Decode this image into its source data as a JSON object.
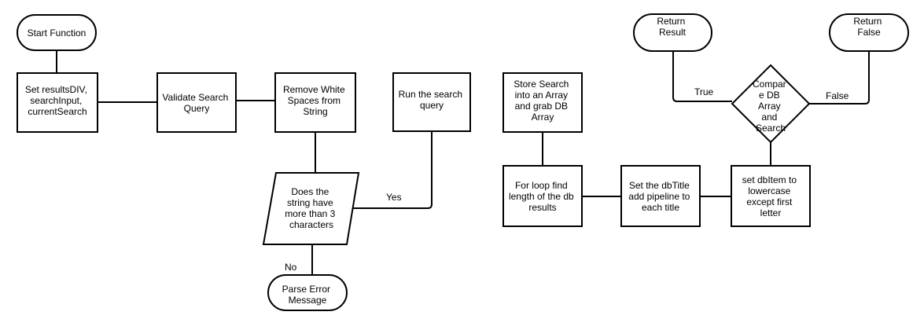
{
  "nodes": {
    "start": {
      "kind": "terminal",
      "lines": [
        "Start Function"
      ]
    },
    "set_vars": {
      "kind": "process",
      "lines": [
        "Set resultsDIV,",
        "searchInput,",
        "currentSearch"
      ]
    },
    "validate": {
      "kind": "process",
      "lines": [
        "Validate Search",
        "Query"
      ]
    },
    "remove_ws": {
      "kind": "process",
      "lines": [
        "Remove White",
        "Spaces from",
        "String"
      ]
    },
    "check_len": {
      "kind": "input-output",
      "lines": [
        "Does the",
        "string have",
        "more than 3",
        "characters"
      ]
    },
    "parse_error": {
      "kind": "terminal",
      "lines": [
        "Parse Error",
        "Message"
      ]
    },
    "run_query": {
      "kind": "process",
      "lines": [
        "Run the search",
        "query"
      ]
    },
    "store_search": {
      "kind": "process",
      "lines": [
        "Store Search",
        "into an Array",
        "and grab DB",
        "Array"
      ]
    },
    "for_loop": {
      "kind": "process",
      "lines": [
        "For loop find",
        "length of the db",
        "results"
      ]
    },
    "set_dbtitle": {
      "kind": "process",
      "lines": [
        "Set the dbTitle",
        "add pipeline to",
        "each title"
      ]
    },
    "set_lowercase": {
      "kind": "process",
      "lines": [
        "set dbItem to",
        "lowercase",
        "except first",
        "letter"
      ]
    },
    "compare": {
      "kind": "decision",
      "lines": [
        "Compar",
        "e DB",
        "Array",
        "and",
        "Search"
      ]
    },
    "return_result": {
      "kind": "terminal",
      "lines": [
        "Return",
        "Result"
      ]
    },
    "return_false": {
      "kind": "terminal",
      "lines": [
        "Return",
        "False"
      ]
    }
  },
  "edge_labels": {
    "yes": "Yes",
    "no": "No",
    "true": "True",
    "false": "False"
  }
}
